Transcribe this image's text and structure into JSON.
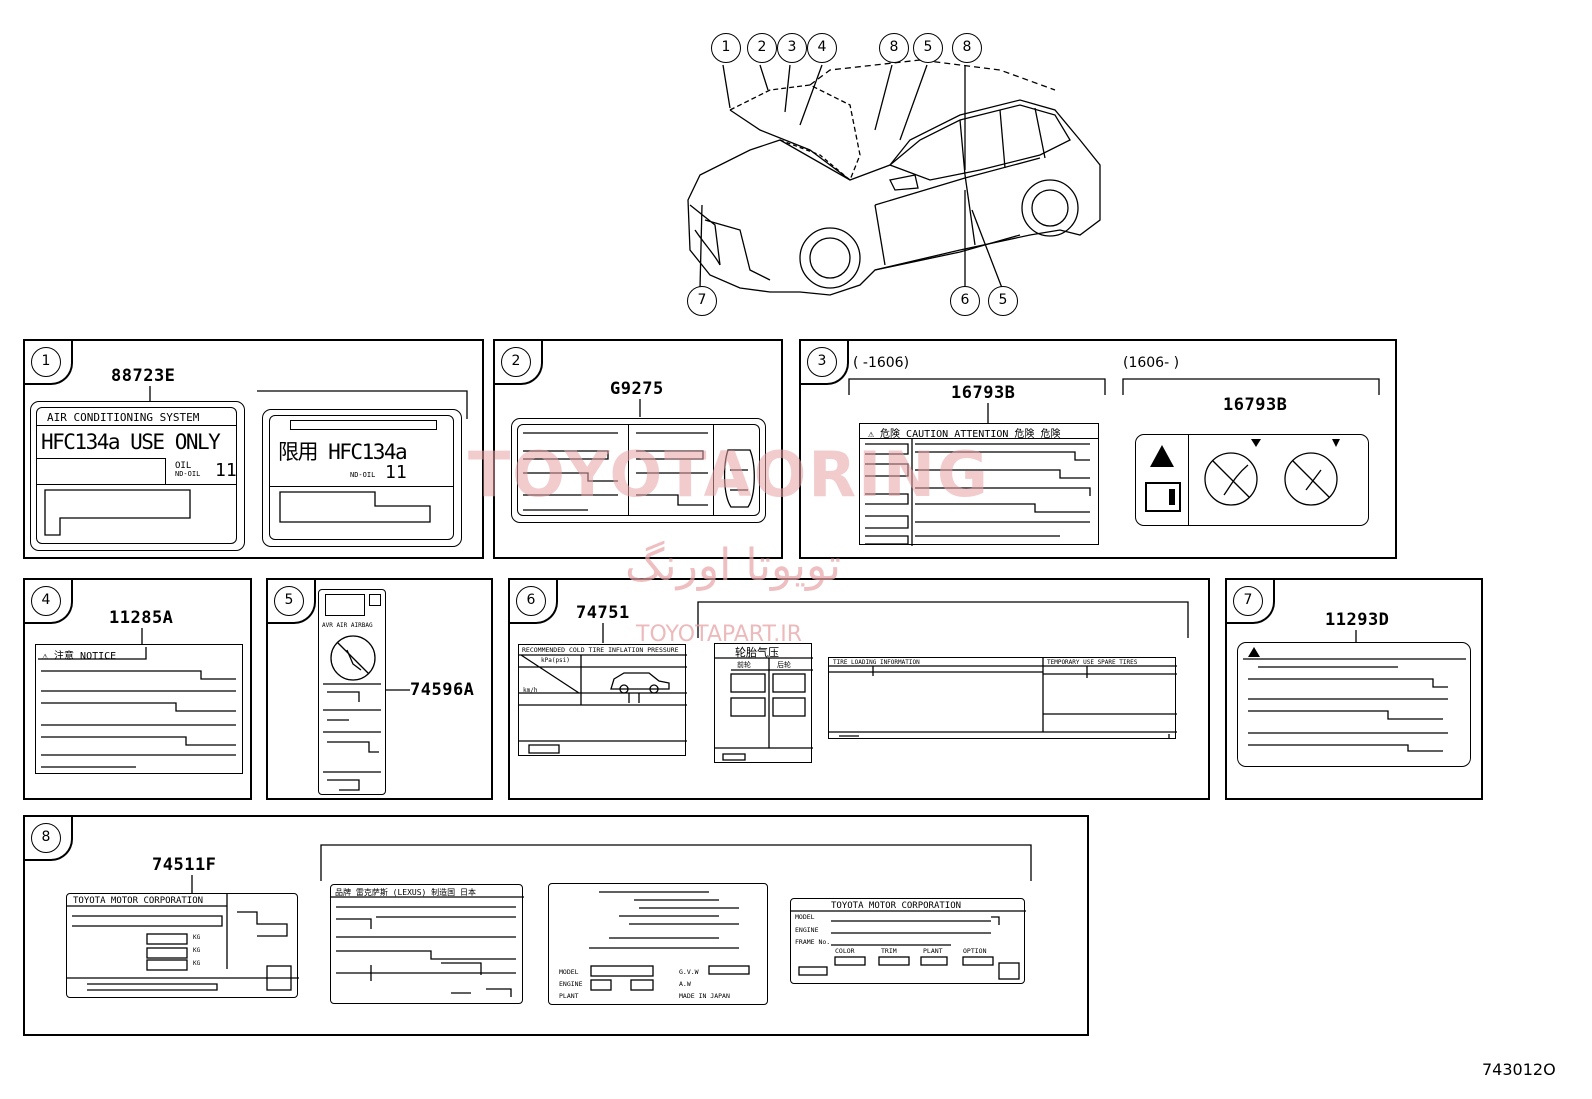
{
  "car_callouts": {
    "top": [
      "1",
      "2",
      "3",
      "4",
      "8",
      "5",
      "8"
    ],
    "bottom": [
      "7",
      "6",
      "5"
    ]
  },
  "panels": {
    "p1": {
      "num": "1",
      "part": "88723E",
      "label_a": {
        "title": "AIR CONDITIONING SYSTEM",
        "refrigerant": "HFC134a USE ONLY",
        "oil": "OIL",
        "oil_code": "ND-OIL",
        "oil_num": "11"
      },
      "label_b": {
        "refrigerant": "限用 HFC134a",
        "oil_code": "ND-OIL",
        "oil_num": "11"
      }
    },
    "p2": {
      "num": "2",
      "part": "G9275"
    },
    "p3": {
      "num": "3",
      "range_a": "(   -1606)",
      "range_b": "(1606-   )",
      "part_a": "16793B",
      "part_b": "16793B",
      "header": "⚠ 危険 CAUTION ATTENTION 危険 危険"
    },
    "p4": {
      "num": "4",
      "part": "11285A",
      "header": "⚠ 注意 NOTICE"
    },
    "p5": {
      "num": "5",
      "part": "74596A",
      "tiny": "AVR  AIR  AIRBAG"
    },
    "p6": {
      "num": "6",
      "part": "74751",
      "tire_title": "RECOMMENDED COLD TIRE INFLATION PRESSURE",
      "tire_unit": "kPa(psi)",
      "tire_unit2": "km/h",
      "cn_title": "轮胎气压",
      "cn_h1": "前轮",
      "cn_h2": "后轮",
      "load_title": "TIRE LOADING INFORMATION",
      "spare_title": "TEMPORARY USE SPARE TIRES"
    },
    "p7": {
      "num": "7",
      "part": "11293D"
    },
    "p8": {
      "num": "8",
      "part": "74511F",
      "corp": "TOYOTA MOTOR CORPORATION",
      "kg": "KG",
      "made": "MADE IN JAPAN",
      "cn_head": "品牌  雷克萨斯 (LEXUS)  制造国  日本",
      "plate_model": "MODEL",
      "plate_engine": "ENGINE",
      "plate_plant": "PLANT",
      "plate_gvm": "G.V.W",
      "plate_axle": "A.W",
      "vin_model": "MODEL",
      "vin_engine": "ENGINE",
      "vin_frame": "FRAME No.",
      "vin_color": "COLOR",
      "vin_trim": "TRIM",
      "vin_plant": "PLANT",
      "vin_option": "OPTION"
    }
  },
  "watermark": {
    "main": "TOYOTAORING",
    "fa": "تویوتا اورنگ",
    "site": "TOYOTAPART.IR",
    "color": "#e8a3a6"
  },
  "diagram_id": "743012O"
}
